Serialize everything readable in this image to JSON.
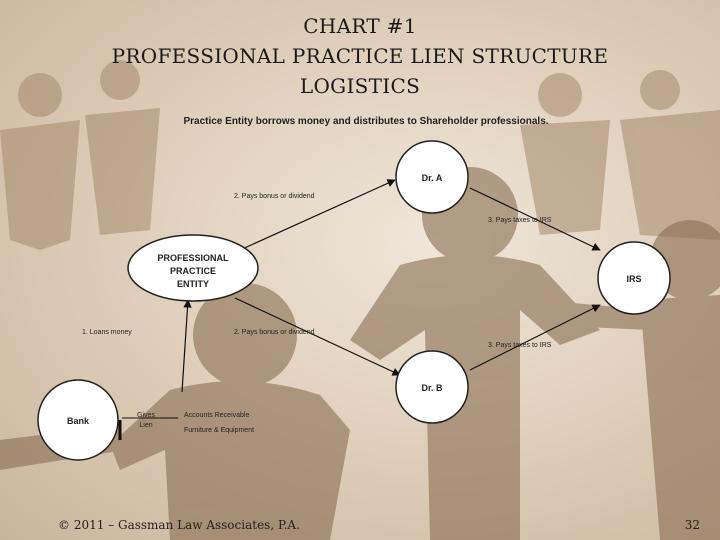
{
  "title": {
    "line1": "CHART #1",
    "line2": "PROFESSIONAL PRACTICE LIEN STRUCTURE",
    "line3": "LOGISTICS"
  },
  "diagram": {
    "heading": "Practice Entity borrows money and distributes to Shareholder professionals.",
    "nodes": {
      "entity_line1": "PROFESSIONAL",
      "entity_line2": "PRACTICE",
      "entity_line3": "ENTITY",
      "dr_a": "Dr. A",
      "dr_b": "Dr. B",
      "irs": "IRS",
      "bank": "Bank"
    },
    "edges": {
      "loans_money": "1. Loans money",
      "pays_bonus_a": "2. Pays bonus or dividend",
      "pays_bonus_b": "2. Pays bonus or dividend",
      "taxes_a": "3. Pays taxes to IRS",
      "taxes_b": "3. Pays taxes to IRS"
    },
    "lien": {
      "gives_line1": "Gives",
      "gives_line2": "Lien",
      "collateral_line1": "Accounts Receivable",
      "collateral_line2": "Furniture & Equipment"
    }
  },
  "footer": {
    "copyright": "© 2011 – Gassman Law Associates, P.A.",
    "page_number": "32"
  }
}
